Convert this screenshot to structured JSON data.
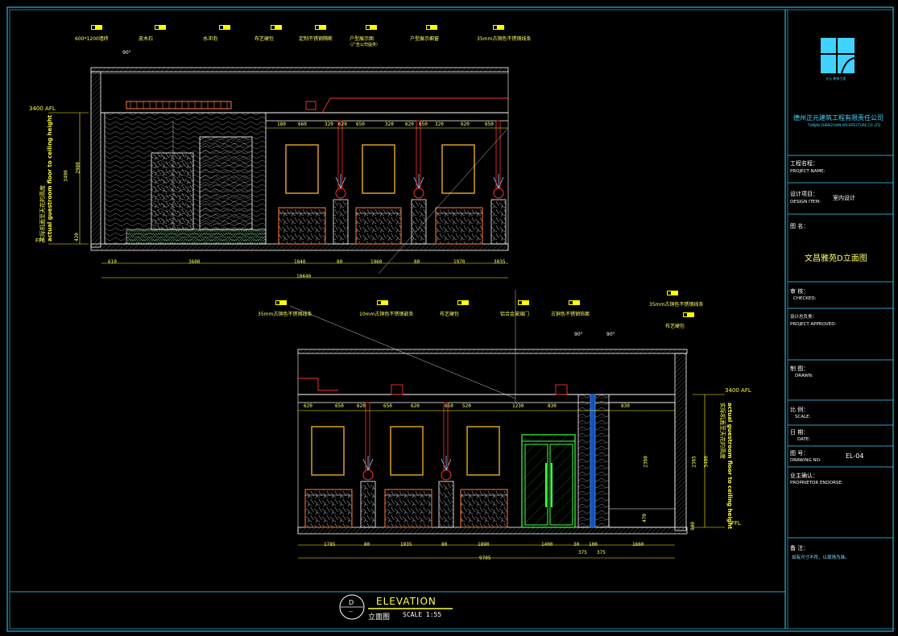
{
  "top_elevation": {
    "callouts": [
      "600*1200墙砖",
      "皮木石",
      "水冲泡",
      "布艺硬包",
      "定制不锈钢隔断",
      "户型展示图",
      "户型展示橱窗",
      "35mm古铜色不锈钢线条"
    ],
    "callout_note": "（广告公司提供）",
    "dims_bottom": [
      "610",
      "3600",
      "1840",
      "80",
      "1960",
      "80",
      "1970",
      "3035"
    ],
    "dims_total": "10440",
    "dims_top": [
      "180",
      "660",
      "320",
      "620",
      "650",
      "320",
      "620",
      "650",
      "320",
      "620",
      "650"
    ],
    "level_top": "3400 AFL",
    "level_bottom": "FFL",
    "height_dims": [
      "2980",
      "3400",
      "420"
    ],
    "vertical_text_cn": "实际机面至天花的高度",
    "vertical_text_en": "actual guestroom floor to ceiling height",
    "angle": "90°"
  },
  "bottom_elevation": {
    "callouts": [
      "35mm古铜色不锈钢线条",
      "10mm古铜色不锈钢嵌条",
      "布艺硬包",
      "铝合金玻璃门",
      "古铜色不锈钢饰面",
      "35mm古铜色不锈钢线条",
      "布艺硬包"
    ],
    "dims_bottom": [
      "1785",
      "80",
      "1935",
      "80",
      "1890",
      "1400",
      "30",
      "100",
      "1660"
    ],
    "dims_sub": [
      "375",
      "375"
    ],
    "dims_total": "9705",
    "dims_top": [
      "620",
      "650",
      "620",
      "650",
      "620",
      "650",
      "520",
      "1230",
      "830",
      "830"
    ],
    "level_top": "3400 AFL",
    "level_bottom": "FFL",
    "height_dims": [
      "2360",
      "2365",
      "3400",
      "470",
      "900"
    ],
    "vertical_text_cn": "实际机面至天花的高度",
    "vertical_text_en": "actual guestroom floor to ceiling height",
    "angle": "90°"
  },
  "footer": {
    "tag_letter": "D",
    "tag_sub": "--",
    "title": "ELEVATION",
    "subtitle": "立面图",
    "scale": "SCALE 1:55"
  },
  "title_block": {
    "logo_caption": "太元 装饰工程",
    "company_cn": "德州正元建筑工程有限责任公司",
    "company_en": "TIANJIN ZHENGYUAN ARCHITECTURE CO.,LTD",
    "project_name_cn": "工程名程：",
    "project_name_en": "PROJECT NAME:",
    "design_item_cn": "设计项目：",
    "design_item_en": "DESIGN ITEM:",
    "design_item_val": "室内设计",
    "drawing_title_cn": "图    名：",
    "drawing_title_val": "文昌雅苑D立面图",
    "checked_cn": "审    核：",
    "checked_en": "CHECKED:",
    "approved_cn": "设计总负责：",
    "approved_en": "PROJECT APPROVED:",
    "drawn_cn": "制    图：",
    "drawn_en": "DRAWN:",
    "scale_cn": "比    例：",
    "scale_en": "SCALE:",
    "date_cn": "日    期：",
    "date_en": "DATE:",
    "drawing_no_cn": "图    号：",
    "drawing_no_en": "DRAWING NO:",
    "drawing_no_val": "EL-04",
    "endorse_cn": "业主确认：",
    "endorse_en": "PROPRIETOR ENDORSE:",
    "remarks_cn": "备  注：",
    "remarks_val": "如有尺寸不符，以现场为准。"
  },
  "colors": {
    "frame": "#3fd2ff",
    "wall": "#ffffff",
    "dim": "#ffff00",
    "accent_red": "#ff3030",
    "accent_orange": "#ff7a3a",
    "stone": "#bfbfbf",
    "glass": "#46ff46",
    "steel": "#3a8fff",
    "bronze": "#d9a020"
  }
}
